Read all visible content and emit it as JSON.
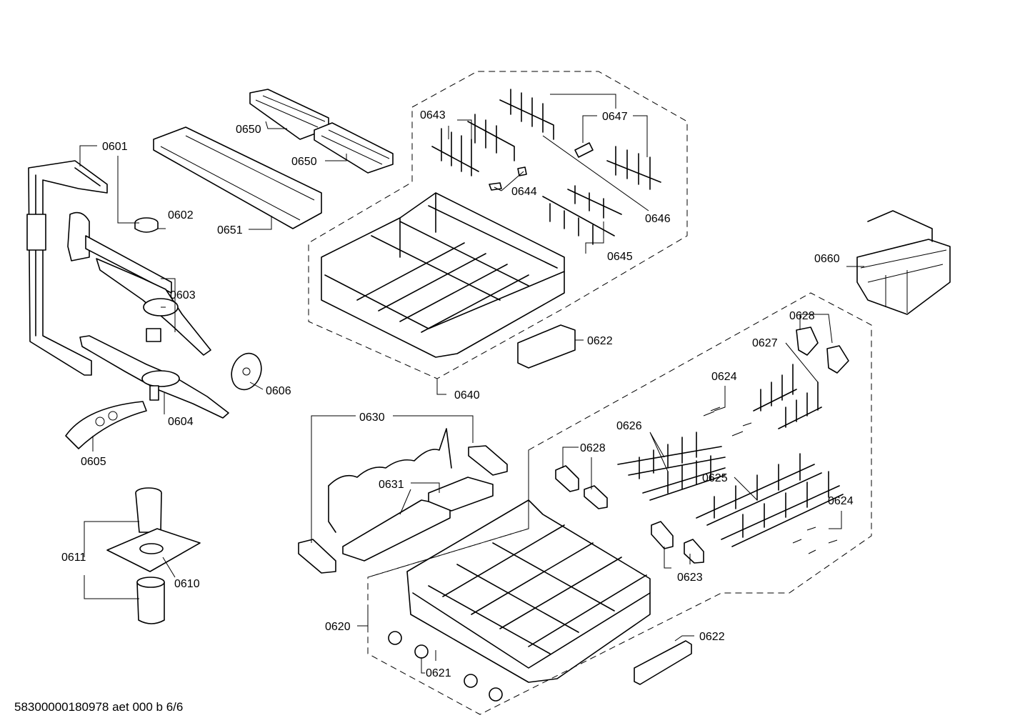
{
  "footer": "58300000180978 aet 000 b 6/6",
  "labels": {
    "l0601": "0601",
    "l0602": "0602",
    "l0603": "0603",
    "l0604": "0604",
    "l0605": "0605",
    "l0606": "0606",
    "l0610": "0610",
    "l0611": "0611",
    "l0620": "0620",
    "l0621": "0621",
    "l0622a": "0622",
    "l0622b": "0622",
    "l0623": "0623",
    "l0624a": "0624",
    "l0624b": "0624",
    "l0625": "0625",
    "l0626": "0626",
    "l0627": "0627",
    "l0628a": "0628",
    "l0628b": "0628",
    "l0630": "0630",
    "l0631": "0631",
    "l0640": "0640",
    "l0643": "0643",
    "l0644": "0644",
    "l0645": "0645",
    "l0646": "0646",
    "l0647": "0647",
    "l0650a": "0650",
    "l0650b": "0650",
    "l0651": "0651",
    "l0660": "0660"
  }
}
